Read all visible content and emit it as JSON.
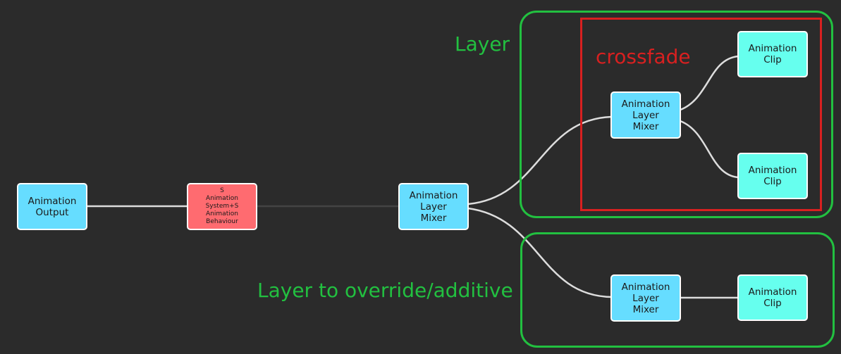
{
  "colors": {
    "background": "#2b2b2b",
    "output_node": "#66ddff",
    "behaviour_node": "#ff6b70",
    "mixer_node": "#66ddff",
    "clip_node": "#66ffee",
    "annotation_green": "#22c040",
    "annotation_red": "#d82020",
    "edge": "#dddddd",
    "edge_weak": "#444444"
  },
  "annotations": {
    "layer_label": "Layer",
    "crossfade_label": "crossfade",
    "override_label": "Layer to override/additive"
  },
  "nodes": {
    "output": {
      "label": "Animation\nOutput"
    },
    "behaviour": {
      "label": "S\nAnimation\nSystem+S\nAnimation\nBehaviour"
    },
    "root_mixer": {
      "label": "Animation\nLayer\nMixer"
    },
    "crossfade_mixer": {
      "label": "Animation\nLayer\nMixer"
    },
    "clip_a": {
      "label": "Animation\nClip"
    },
    "clip_b": {
      "label": "Animation\nClip"
    },
    "override_mixer": {
      "label": "Animation\nLayer\nMixer"
    },
    "clip_c": {
      "label": "Animation\nClip"
    }
  }
}
